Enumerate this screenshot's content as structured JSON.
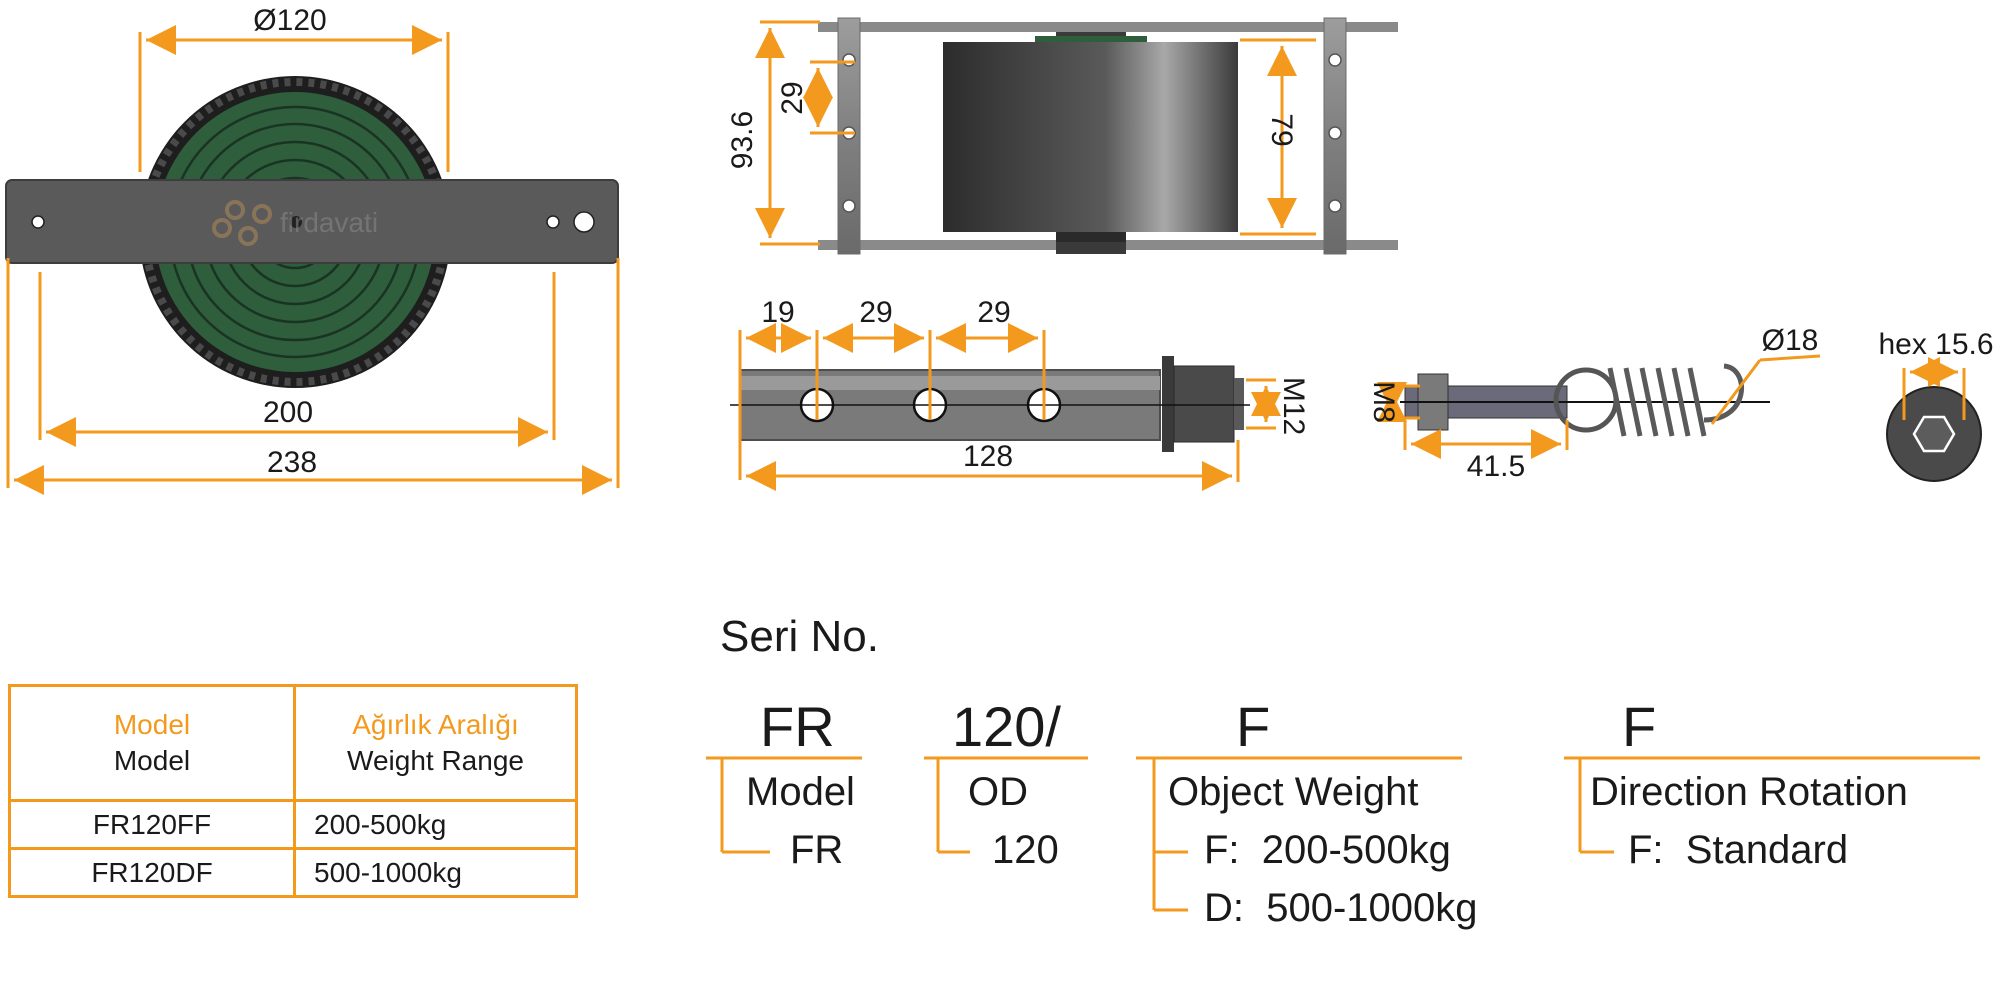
{
  "colors": {
    "accent": "#f39a1e",
    "wheel_green": "#2f5e3c",
    "bracket": "#5a5a5a",
    "steel": "#9a9a9a",
    "text": "#1a1a1a"
  },
  "watermark": {
    "text": "firdavati"
  },
  "front_view": {
    "dim_diameter": "Ø120",
    "dim_inner": "200",
    "dim_total": "238"
  },
  "top_view": {
    "dim_height": "93.6",
    "dim_hole_pitch": "29",
    "dim_wheel_width": "79"
  },
  "bolt_view": {
    "dim_a": "19",
    "dim_b": "29",
    "dim_c": "29",
    "dim_length": "128",
    "dim_thread": "M12"
  },
  "spring_view": {
    "dim_thread": "M8",
    "dim_length": "41.5",
    "dim_diameter": "Ø18"
  },
  "hex_view": {
    "label": "hex 15.6"
  },
  "spec_table": {
    "header_model_tr": "Model",
    "header_model_en": "Model",
    "header_weight_tr": "Ağırlık Aralığı",
    "header_weight_en": "Weight Range",
    "rows": [
      {
        "model": "FR120FF",
        "weight": "200-500kg"
      },
      {
        "model": "FR120DF",
        "weight": "500-1000kg"
      }
    ]
  },
  "series": {
    "title": "Seri No.",
    "parts": [
      {
        "code": "FR",
        "label": "Model",
        "values": [
          "FR"
        ]
      },
      {
        "code": "120/",
        "label": "OD",
        "values": [
          "120"
        ]
      },
      {
        "code": "F",
        "label": "Object Weight",
        "values": [
          "F:  200-500kg",
          "D:  500-1000kg"
        ]
      },
      {
        "code": "F",
        "label": "Direction Rotation",
        "values": [
          "F:  Standard"
        ]
      }
    ]
  }
}
